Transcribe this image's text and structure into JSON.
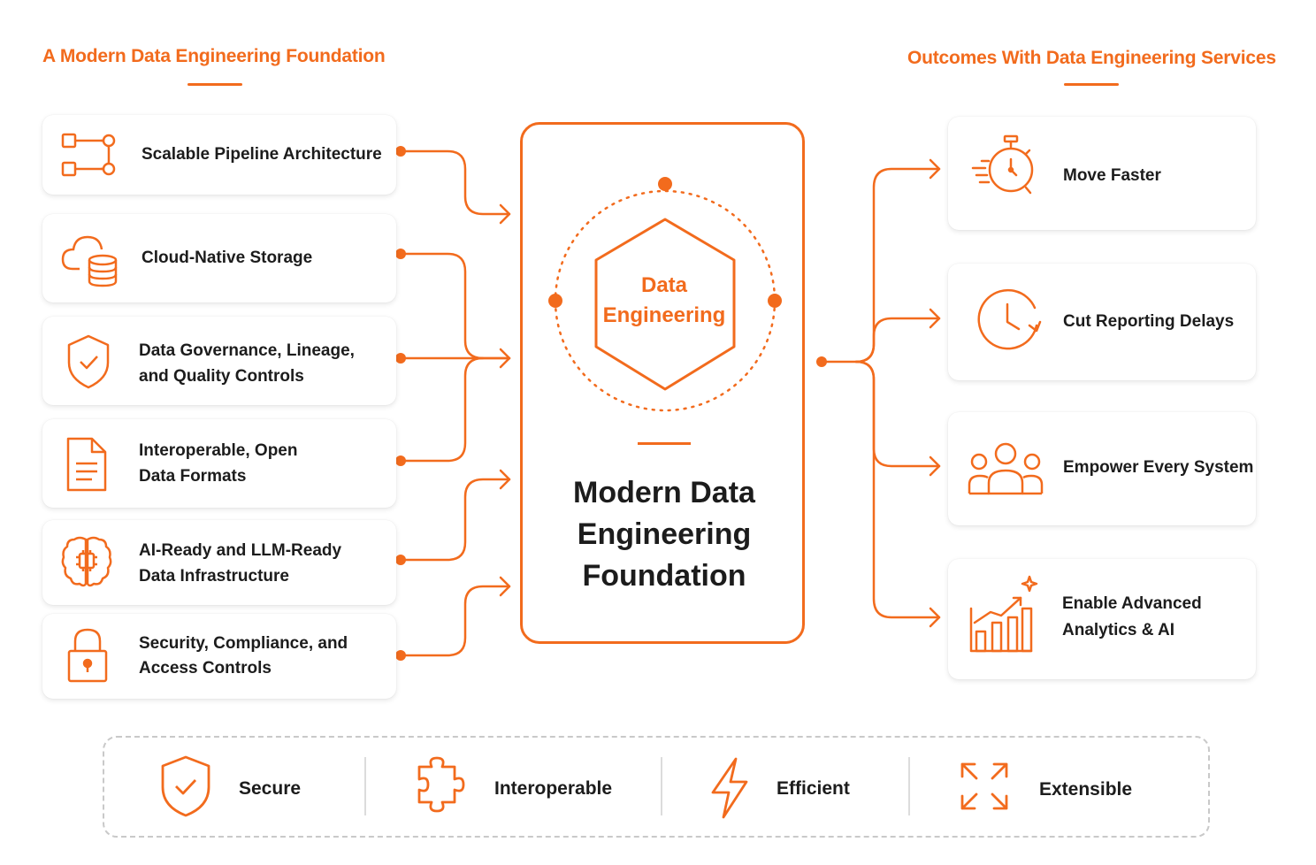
{
  "left_heading": "A Modern Data Engineering Foundation",
  "right_heading": "Outcomes With Data Engineering Services",
  "inputs": [
    {
      "icon": "pipeline-icon",
      "line1": "Scalable Pipeline Architecture",
      "line2": ""
    },
    {
      "icon": "cloud-storage-icon",
      "line1": "Cloud-Native Storage",
      "line2": ""
    },
    {
      "icon": "shield-check-icon",
      "line1": "Data Governance, Lineage,",
      "line2": "and Quality Controls"
    },
    {
      "icon": "document-icon",
      "line1": "Interoperable, Open",
      "line2": "Data Formats"
    },
    {
      "icon": "brain-chip-icon",
      "line1": "AI-Ready and LLM-Ready",
      "line2": "Data Infrastructure"
    },
    {
      "icon": "lock-icon",
      "line1": "Security, Compliance, and",
      "line2": "Access Controls"
    }
  ],
  "center": {
    "hex_line1": "Data",
    "hex_line2": "Engineering",
    "title_line1": "Modern Data",
    "title_line2": "Engineering",
    "title_line3": "Foundation"
  },
  "outcomes": [
    {
      "icon": "stopwatch-icon",
      "line1": "Move Faster",
      "line2": ""
    },
    {
      "icon": "clock-icon",
      "line1": "Cut Reporting Delays",
      "line2": ""
    },
    {
      "icon": "users-icon",
      "line1": "Empower Every System",
      "line2": ""
    },
    {
      "icon": "growth-chart-icon",
      "line1": "Enable Advanced",
      "line2": "Analytics & AI"
    }
  ],
  "attributes": [
    {
      "icon": "shield-check-icon",
      "label": "Secure"
    },
    {
      "icon": "puzzle-icon",
      "label": "Interoperable"
    },
    {
      "icon": "lightning-icon",
      "label": "Efficient"
    },
    {
      "icon": "expand-icon",
      "label": "Extensible"
    }
  ],
  "colors": {
    "accent": "#f26b1d",
    "text": "#1c1c1c",
    "card_shadow": "#e6e6e6"
  }
}
